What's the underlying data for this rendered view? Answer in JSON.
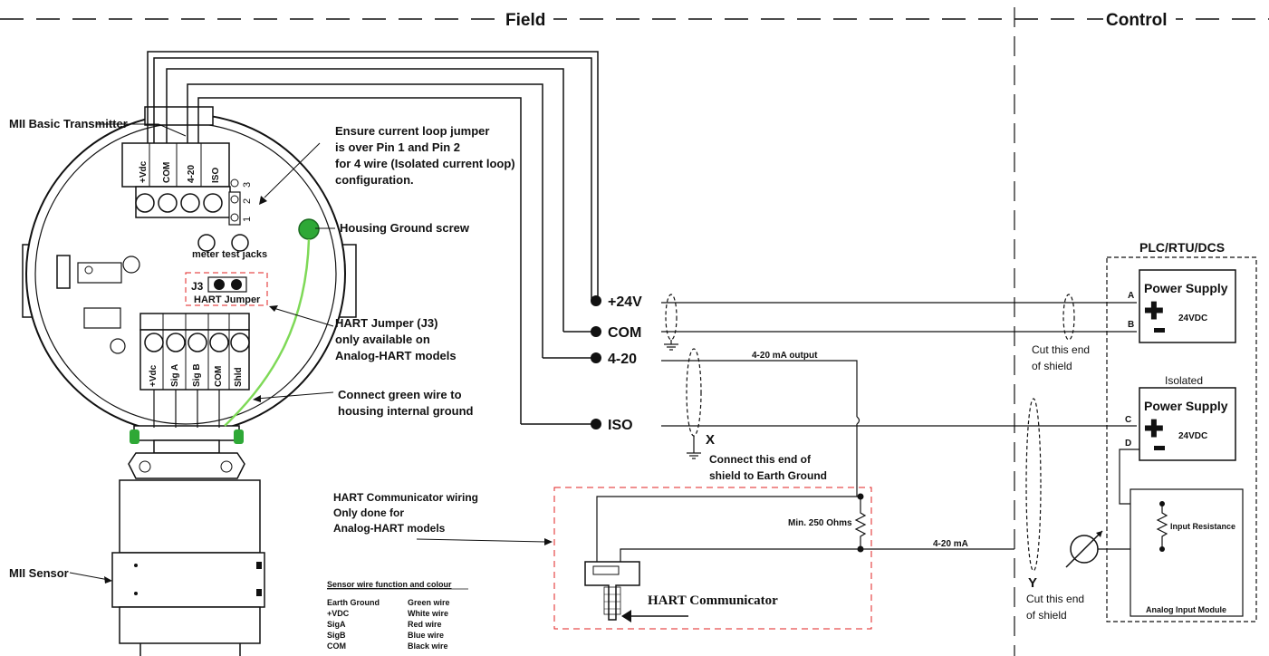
{
  "header": {
    "field": "Field",
    "control": "Control"
  },
  "transmitter": {
    "label": "MII Basic Transmitter",
    "terminals_top": [
      "+Vdc",
      "COM",
      "4-20",
      "ISO"
    ],
    "pins": [
      "3",
      "2",
      "1"
    ],
    "meter_test_jacks": "meter test jacks",
    "j3": "J3",
    "hart_jumper": "HART Jumper",
    "terminals_bottom": [
      "+Vdc",
      "Sig A",
      "Sig B",
      "COM",
      "Shld"
    ]
  },
  "sensor": {
    "label": "MII Sensor"
  },
  "notes": {
    "jumper": [
      "Ensure current loop jumper",
      "is over Pin 1 and Pin 2",
      "for 4 wire (Isolated current loop)",
      "configuration."
    ],
    "housing_ground": "Housing Ground screw",
    "hart_jumper_note": [
      "HART Jumper (J3)",
      "only available on",
      "Analog-HART models"
    ],
    "green_wire": [
      "Connect green wire to",
      "housing internal ground"
    ],
    "hart_wiring": [
      "HART Communicator  wiring",
      "Only done for",
      "Analog-HART models"
    ]
  },
  "terminals": {
    "v24": "+24V",
    "com": "COM",
    "ma": "4-20",
    "iso": "ISO"
  },
  "wiring": {
    "output_label": "4-20 mA output",
    "resistor_label": "Min. 250 Ohms",
    "loop_label": "4-20 mA",
    "x_label": "X",
    "x_note": [
      "Connect this end of",
      "shield to Earth Ground"
    ],
    "cut_shield_top": [
      "Cut this end",
      "of shield"
    ],
    "y_label": "Y",
    "cut_shield_bottom": [
      "Cut this end",
      "of shield"
    ]
  },
  "communicator": {
    "label": "HART Communicator"
  },
  "control": {
    "plc_title": "PLC/RTU/DCS",
    "psu1": {
      "title": "Power Supply",
      "voltage": "24VDC"
    },
    "terminal_a": "A",
    "terminal_b": "B",
    "isolated": "Isolated",
    "psu2": {
      "title": "Power Supply",
      "voltage": "24VDC"
    },
    "terminal_c": "C",
    "terminal_d": "D",
    "input_resistance": "Input Resistance",
    "module": "Analog Input Module"
  },
  "legend": {
    "title": "Sensor wire function and colour",
    "rows": [
      {
        "function": "Earth Ground",
        "colour": "Green wire"
      },
      {
        "function": "+VDC",
        "colour": "White wire"
      },
      {
        "function": "SigA",
        "colour": "Red wire"
      },
      {
        "function": "SigB",
        "colour": "Blue wire"
      },
      {
        "function": "COM",
        "colour": "Black wire"
      }
    ]
  },
  "colors": {
    "line": "#111111",
    "green": "#2ea836",
    "green_wire": "#7ed957",
    "red_dash": "#e02020"
  }
}
